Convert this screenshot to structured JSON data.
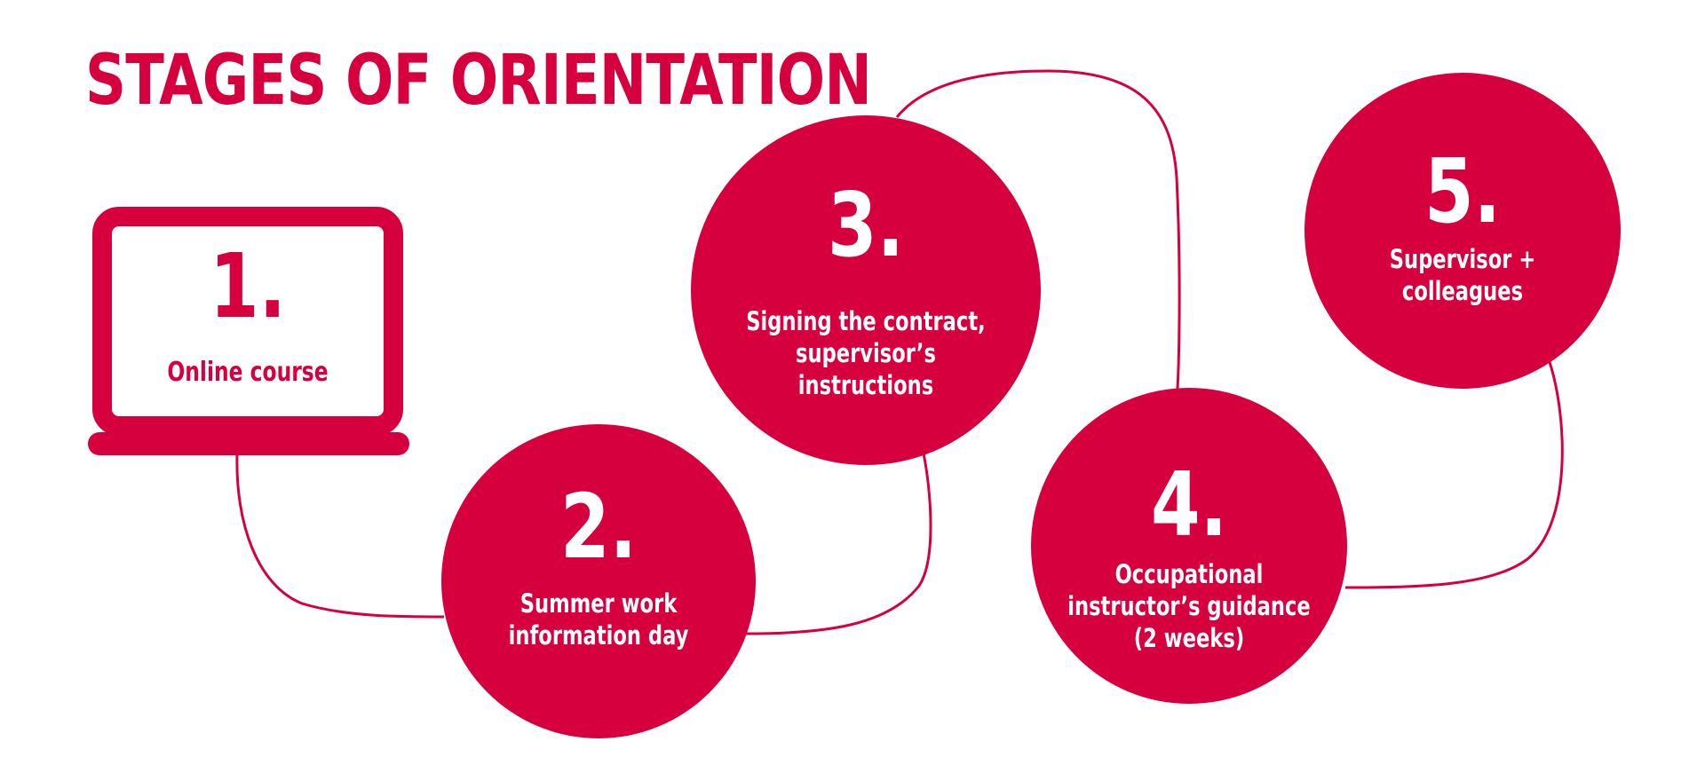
{
  "title": "STAGES OF ORIENTATION",
  "colors": {
    "accent": "#d6003f",
    "text_on_accent": "#ffffff",
    "background": "#ffffff"
  },
  "stages": [
    {
      "number": "1.",
      "label": "Online course",
      "icon": "laptop-icon"
    },
    {
      "number": "2.",
      "label": "Summer work\ninformation day"
    },
    {
      "number": "3.",
      "label": "Signing the contract,\nsupervisor’s\ninstructions"
    },
    {
      "number": "4.",
      "label": "Occupational\ninstructor’s guidance\n(2 weeks)"
    },
    {
      "number": "5.",
      "label": "Supervisor +\ncolleagues"
    }
  ]
}
